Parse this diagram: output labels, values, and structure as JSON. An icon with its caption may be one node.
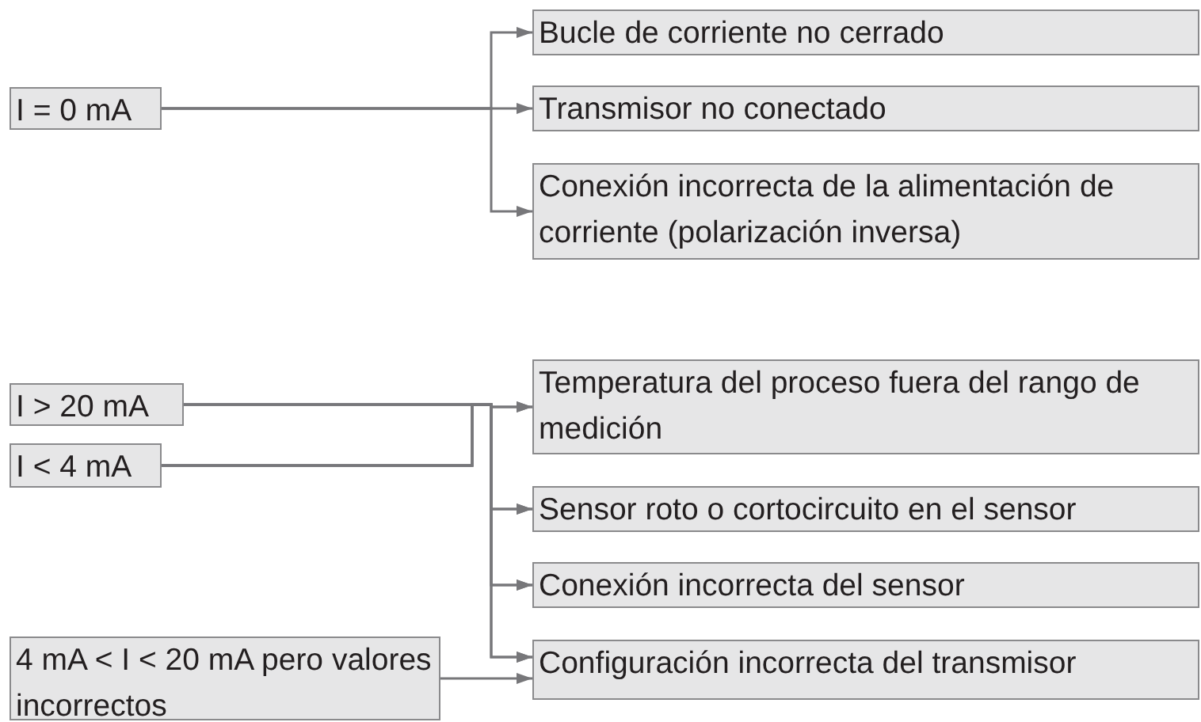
{
  "diagram": {
    "nodes": [
      {
        "text": [
          "I = 0 mA"
        ]
      },
      {
        "text": [
          "Bucle de corriente no cerrado"
        ]
      },
      {
        "text": [
          "Transmisor no conectado"
        ]
      },
      {
        "text": [
          "Conexión incorrecta de la alimentación de corriente (polarización inversa)"
        ]
      },
      {
        "text": [
          "I > 20 mA"
        ]
      },
      {
        "text": [
          "I < 4 mA"
        ]
      },
      {
        "text": [
          "4 mA < I < 20 mA pero valores incorrectos"
        ]
      },
      {
        "text": [
          "Temperatura del proceso fuera del rango de medición"
        ]
      },
      {
        "text": [
          "Sensor roto o cortocircuito en el sensor"
        ]
      },
      {
        "text": [
          "Conexión incorrecta del sensor"
        ]
      },
      {
        "text": [
          "Configuración incorrecta del transmisor"
        ]
      }
    ],
    "edges": [
      {
        "from": 0,
        "to": 1,
        "arrow": "to"
      },
      {
        "from": 0,
        "to": 2,
        "arrow": "to"
      },
      {
        "from": 0,
        "to": 3,
        "arrow": "to"
      },
      {
        "from": 4,
        "to": 7,
        "arrow": "to"
      },
      {
        "from": 5,
        "to": 7,
        "arrow": "to"
      },
      {
        "from": 4,
        "to": 8,
        "arrow": "to"
      },
      {
        "from": 5,
        "to": 8,
        "arrow": "to"
      },
      {
        "from": 4,
        "to": 9,
        "arrow": "to"
      },
      {
        "from": 5,
        "to": 9,
        "arrow": "to"
      },
      {
        "from": 4,
        "to": 10,
        "arrow": "to"
      },
      {
        "from": 5,
        "to": 10,
        "arrow": "to"
      },
      {
        "from": 6,
        "to": 10,
        "arrow": "to"
      }
    ]
  }
}
